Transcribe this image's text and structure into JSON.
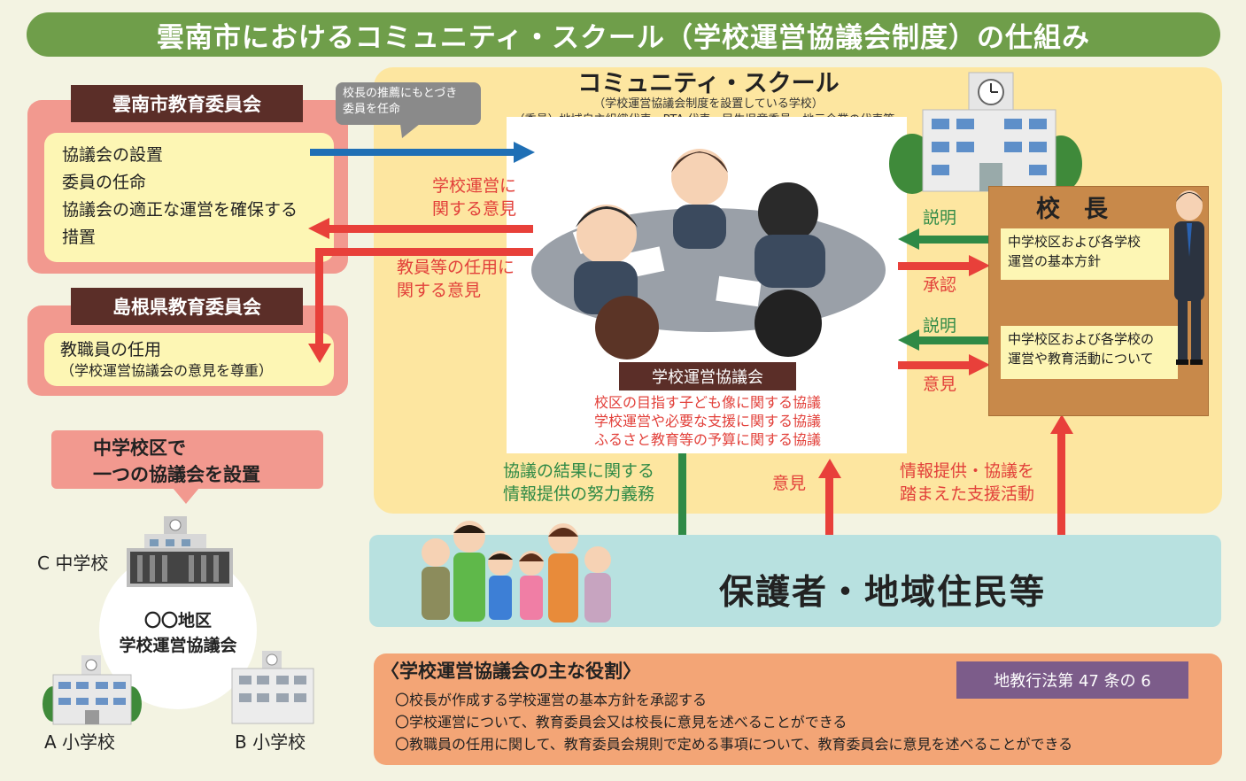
{
  "title": "雲南市におけるコミュニティ・スクール（学校運営協議会制度）の仕組み",
  "unnan_board": {
    "label": "雲南市教育委員会",
    "items": [
      "協議会の設置",
      "委員の任命",
      "協議会の適正な運営を確保する",
      "措置"
    ]
  },
  "shimane_board": {
    "label": "島根県教育委員会",
    "line1": "教職員の任用",
    "line2": "（学校運営協議会の意見を尊重）"
  },
  "district_bubble": {
    "line1": "中学校区で",
    "line2": "一つの協議会を設置"
  },
  "schools": {
    "c": "C 中学校",
    "a": "A 小学校",
    "b": "B 小学校",
    "circle_line1": "〇〇地区",
    "circle_line2": "学校運営協議会"
  },
  "recommend_bubble": {
    "line1": "校長の推薦にもとづき",
    "line2": "委員を任命"
  },
  "community_school": {
    "title": "コミュニティ・スクール",
    "sub1": "（学校運営協議会制度を設置している学校）",
    "sub2": "（委員）地域自主組織代表、PTA 代表、民生児童委員、地元企業の代表等"
  },
  "opinion_school_ops": {
    "line1": "学校運営に",
    "line2": "関する意見"
  },
  "opinion_staff": {
    "line1": "教員等の任用に",
    "line2": "関する意見"
  },
  "council": {
    "label": "学校運営協議会",
    "items": [
      "校区の目指す子ども像に関する協議",
      "学校運営や必要な支援に関する協議",
      "ふるさと教育等の予算に関する協議"
    ]
  },
  "principal": {
    "title": "校　長",
    "box1_line1": "中学校区および各学校",
    "box1_line2": "運営の基本方針",
    "box2_line1": "中学校区および各学校の",
    "box2_line2": "運営や教育活動について"
  },
  "flow_labels": {
    "explain1": "説明",
    "approve": "承認",
    "explain2": "説明",
    "opinion": "意見"
  },
  "bottom_flows": {
    "green_line1": "協議の結果に関する",
    "green_line2": "情報提供の努力義務",
    "middle": "意見",
    "right_line1": "情報提供・協議を",
    "right_line2": "踏まえた支援活動"
  },
  "residents": "保護者・地域住民等",
  "roles": {
    "heading": "〈学校運営協議会の主な役割〉",
    "items": [
      "〇校長が作成する学校運営の基本方針を承認する",
      "〇学校運営について、教育委員会又は校長に意見を述べることができる",
      "〇教職員の任用に関して、教育委員会規則で定める事項について、教育委員会に意見を述べることができる"
    ],
    "law": "地教行法第 47 条の 6"
  },
  "colors": {
    "title_green": "#6f9e4a",
    "arrow_red": "#e8403a",
    "arrow_green": "#2f8a46",
    "arrow_blue": "#1f6fb5",
    "label_brown": "#5b2e28",
    "pink": "#f2998f",
    "yellow_area": "#fde6a0",
    "teal": "#b8e1e0",
    "orange": "#f3a576"
  }
}
